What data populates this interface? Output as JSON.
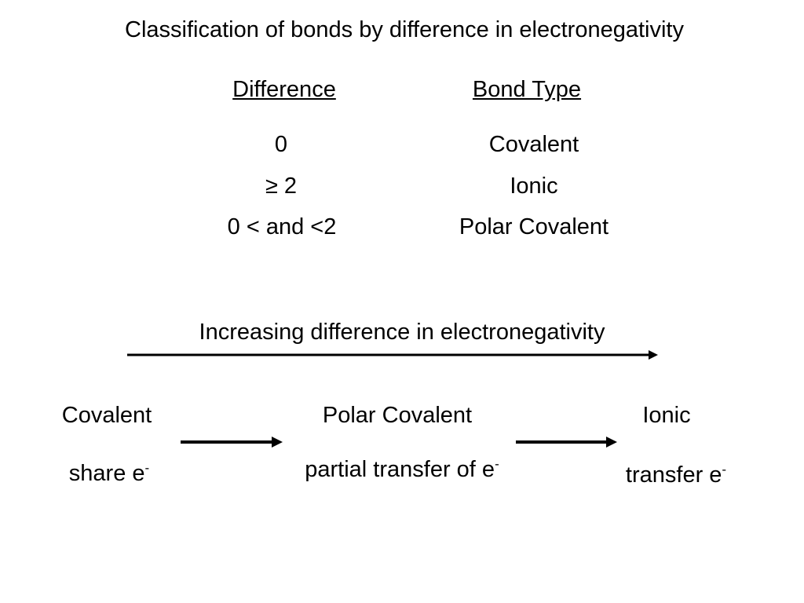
{
  "title": "Classification of bonds by difference in electronegativity",
  "table": {
    "headers": [
      "Difference",
      "Bond Type"
    ],
    "rows": [
      {
        "difference": "0",
        "bond_type": "Covalent"
      },
      {
        "difference": "≥ 2",
        "bond_type": "Ionic"
      },
      {
        "difference": "0 < and <2",
        "bond_type": "Polar Covalent"
      }
    ]
  },
  "scale": {
    "label": "Increasing difference in electronegativity"
  },
  "spectrum": [
    {
      "name": "Covalent",
      "description": "share e",
      "superscript": "-"
    },
    {
      "name": "Polar Covalent",
      "description": "partial transfer of e",
      "superscript": "-"
    },
    {
      "name": "Ionic",
      "description": "transfer e",
      "superscript": "-"
    }
  ]
}
